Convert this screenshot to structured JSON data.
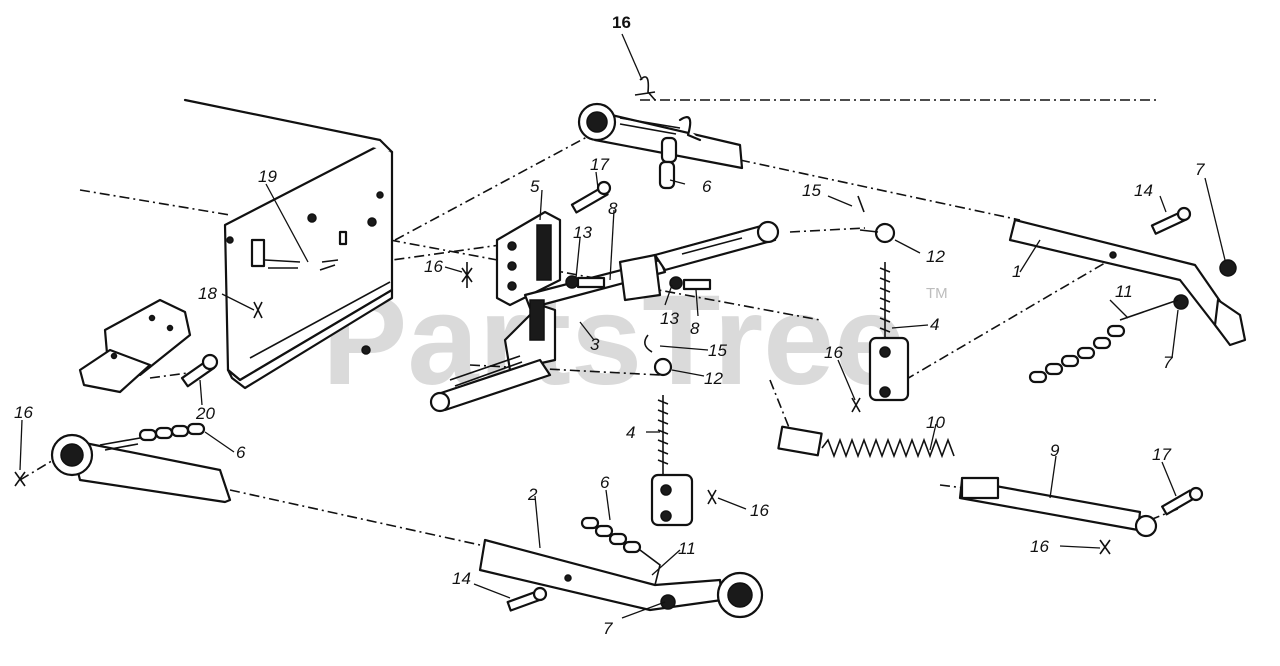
{
  "watermark": {
    "text": "PartsTree",
    "mark": "TM"
  },
  "callouts": {
    "c16_top": "16",
    "c6_top": "6",
    "c17_mid": "17",
    "c5": "5",
    "c8_top": "8",
    "c13_top": "13",
    "c15_right": "15",
    "c12_right": "12",
    "c14_right": "14",
    "c7_top": "7",
    "c1": "1",
    "c11_right": "11",
    "c7_right": "7",
    "c19": "19",
    "c16_left_block": "16",
    "c18": "18",
    "c13_mid": "13",
    "c8_mid": "8",
    "c3": "3",
    "c15_mid": "15",
    "c12_mid": "12",
    "c4_right": "4",
    "c16_right_mid": "16",
    "c10": "10",
    "c20": "20",
    "c16_far_left": "16",
    "c6_left": "6",
    "c4_mid": "4",
    "c6_bottom": "6",
    "c16_bottom_mid": "16",
    "c9": "9",
    "c17_right": "17",
    "c16_bottom_right": "16",
    "c2": "2",
    "c11_bottom": "11",
    "c14_bottom": "14",
    "c7_bottom": "7"
  }
}
